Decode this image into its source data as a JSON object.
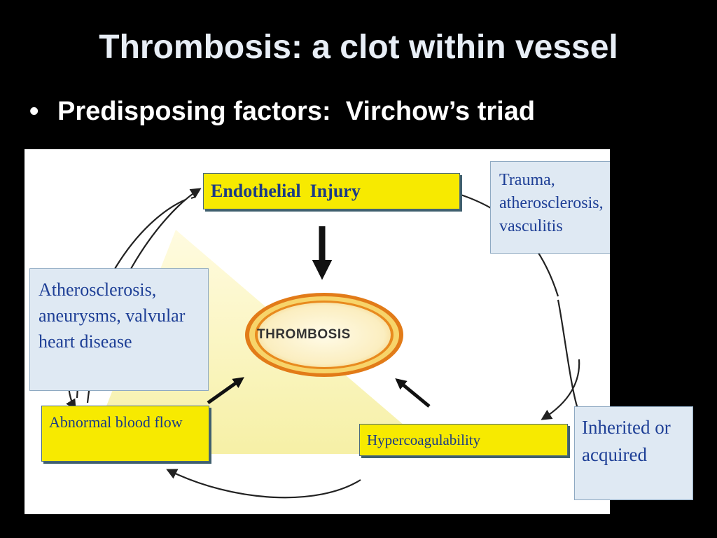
{
  "slide": {
    "title": "Thrombosis: a clot within vessel",
    "bullet_symbol": "•",
    "bullet_text": "Predisposing factors:  Virchow’s triad"
  },
  "diagram": {
    "center_label": "THROMBOSIS",
    "vertices": {
      "top": "Endothelial  Injury",
      "left": "Abnormal blood flow",
      "right": "Hypercoagulability"
    },
    "notes": {
      "top_right": "Trauma, atherosclerosis, vasculitis",
      "left": "Atherosclerosis, aneurysms, valvular heart disease",
      "bottom_right": "Inherited or acquired"
    }
  },
  "colors": {
    "background": "#000000",
    "title_text": "#e8eef6",
    "box_fill": "#f7ea00",
    "box_text": "#1a3a86",
    "note_fill": "#dfe9f3",
    "note_text": "#1e3f96",
    "triangle_fill": "#fbf7c6",
    "ellipse_ring": "#e07a1a"
  }
}
